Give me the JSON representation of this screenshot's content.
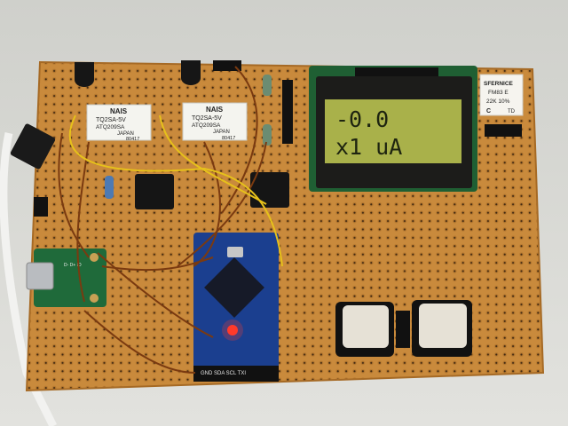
{
  "relay_left": {
    "brand": "NAIS",
    "model": "TQ2SA-5V",
    "part": "ATQ209SA",
    "origin": "JAPAN",
    "code": "80417"
  },
  "relay_right": {
    "brand": "NAIS",
    "model": "TQ2SA-5V",
    "part": "ATQ209SA",
    "origin": "JAPAN",
    "code": "80417"
  },
  "lcd": {
    "line1": "-0.0",
    "line2": "x1 uA"
  },
  "trimmer": {
    "brand": "SFERNICE",
    "model": "FM83 E",
    "value": "22K 10%",
    "pin_c": "C",
    "pin_td": "TD"
  },
  "arduino": {
    "pin_labels": "GND SDA SCL TXI"
  },
  "usb_board": {
    "pin_labels": "D- D+ ID"
  },
  "colors": {
    "background": "#d9d9d4",
    "pcb": "#c98a3c",
    "lcd_screen": "#a9b14a",
    "lcd_bezel": "#1c1c1a",
    "lcd_pcb": "#1f5f33",
    "arduino": "#1b3f8f",
    "usb_board": "#1f6a3a",
    "button_cap": "#e6e1d6",
    "wire": "#7a3a10",
    "jumper_yellow": "#e6c11b"
  }
}
